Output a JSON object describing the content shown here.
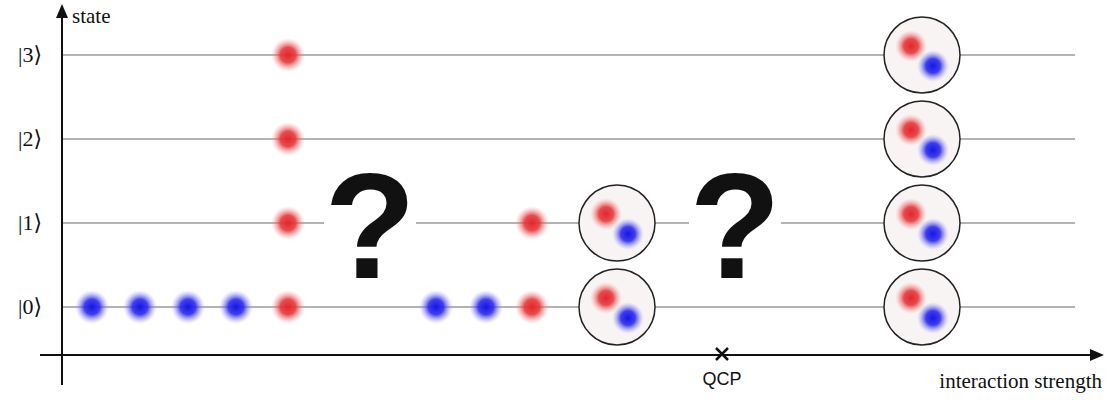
{
  "diagram": {
    "labels": [
      "state",
      "|3⟩",
      "|2⟩",
      "|1⟩",
      "|0⟩",
      "?",
      "?",
      "QCP",
      "interaction strength"
    ]
  }
}
